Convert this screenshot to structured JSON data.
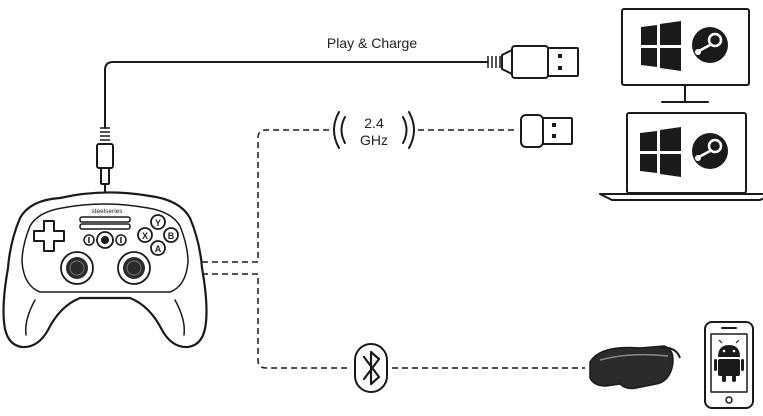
{
  "labels": {
    "wired": "Play & Charge",
    "wireless_line1": "2.4",
    "wireless_line2": "GHz",
    "brand": "steelseries"
  },
  "buttons": {
    "y": "Y",
    "x": "X",
    "b": "B",
    "a": "A"
  },
  "icons": {
    "usb": "usb-plug-icon",
    "dongle": "usb-dongle-icon",
    "wireless": "wireless-signal-icon",
    "bluetooth": "bluetooth-icon",
    "desktop": "desktop-monitor-icon",
    "laptop": "laptop-icon",
    "vr": "vr-headset-icon",
    "phone": "smartphone-icon",
    "windows": "windows-logo-icon",
    "steam": "steam-logo-icon",
    "android": "android-logo-icon"
  },
  "colors": {
    "stroke": "#1a1a1a",
    "dark": "#2b2b2b",
    "background": "#ffffff"
  }
}
